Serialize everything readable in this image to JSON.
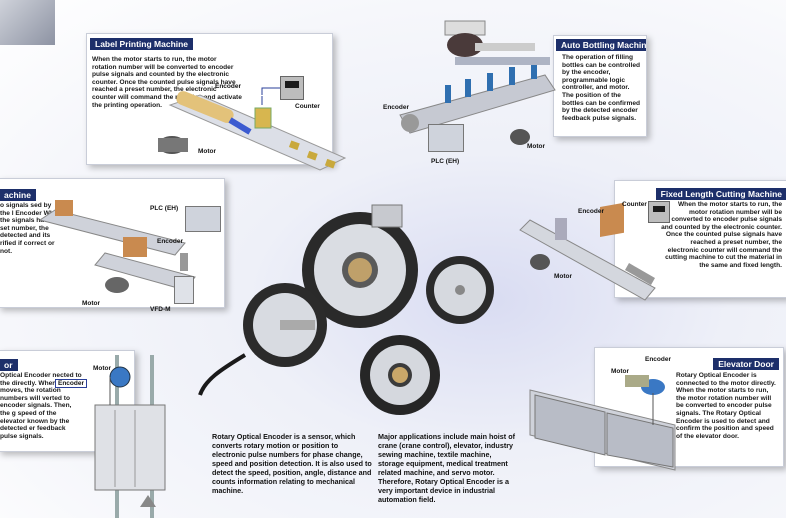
{
  "label_printing": {
    "title": "Label Printing Machine",
    "description": "When the motor starts to run, the motor rotation number will be converted to encoder pulse signals and counted by the electronic counter. Once the counted pulse signals have reached a preset number, the electronic counter will command the machine and activate the printing operation.",
    "encoder_label": "Encoder",
    "counter_label": "Counter",
    "motor_label": "Motor"
  },
  "auto_bottling": {
    "title": "Auto Bottling Machine",
    "description": "The operation of filling bottles can be controlled by the encoder, programmable logic controller, and motor. The position of the bottles can be confirmed by the detected encoder feedback pulse signals.",
    "encoder_label": "Encoder",
    "plc_label": "PLC (EH)",
    "motor_label": "Motor"
  },
  "packing_machine": {
    "title": "achine",
    "description": "o signals sed by the l Encoder When the signals have set number, the detected and its rified if correct or not.",
    "plc_label": "PLC (EH)",
    "encoder_label": "Encoder",
    "motor_label": "Motor",
    "vfd_label": "VFD-M"
  },
  "fixed_length": {
    "title": "Fixed Length Cutting Machine",
    "description": "When the motor starts to run, the motor rotation number will be converted to encoder pulse signals and counted by the electronic counter. Once the counted pulse signals have reached a preset number, the electronic counter will command the cutting machine to cut the material in the same and fixed length.",
    "counter_label": "Counter",
    "encoder_label": "Encoder",
    "motor_label": "Motor"
  },
  "elevator_left": {
    "title": "or",
    "description": "Optical Encoder nected to the directly. When evator moves, the rotation numbers will verted to encoder signals. Then, the g speed of the elevator known by the detected er feedback pulse signals.",
    "motor_label": "Motor",
    "encoder_label": "Encoder"
  },
  "elevator_door": {
    "title": "Elevator Door",
    "description": "Rotary Optical Encoder is connected to the motor directly. When the motor starts to run, the motor rotation number will be converted to encoder pulse signals. The Rotary Optical Encoder is used to detect and confirm the position and speed of the elevator door.",
    "encoder_label": "Encoder",
    "motor_label": "Motor"
  },
  "center": {
    "text_left": "Rotary Optical Encoder is a sensor, which converts rotary motion or position to electronic pulse numbers for phase change, speed and position detection. It is also used to detect the speed, position, angle, distance and counts information relating to mechanical machine.",
    "text_right": "Major applications include main hoist of crane (crane control), elevator, industry sewing machine, textile machine, storage equipment, medical treatment related machine, and servo motor. Therefore, Rotary Optical Encoder is a very important device in industrial automation field."
  },
  "colors": {
    "title_bar": "#1d2f6a",
    "panel_title_bg": "#1d2f6a",
    "signal_line": "#2a3f9a"
  }
}
